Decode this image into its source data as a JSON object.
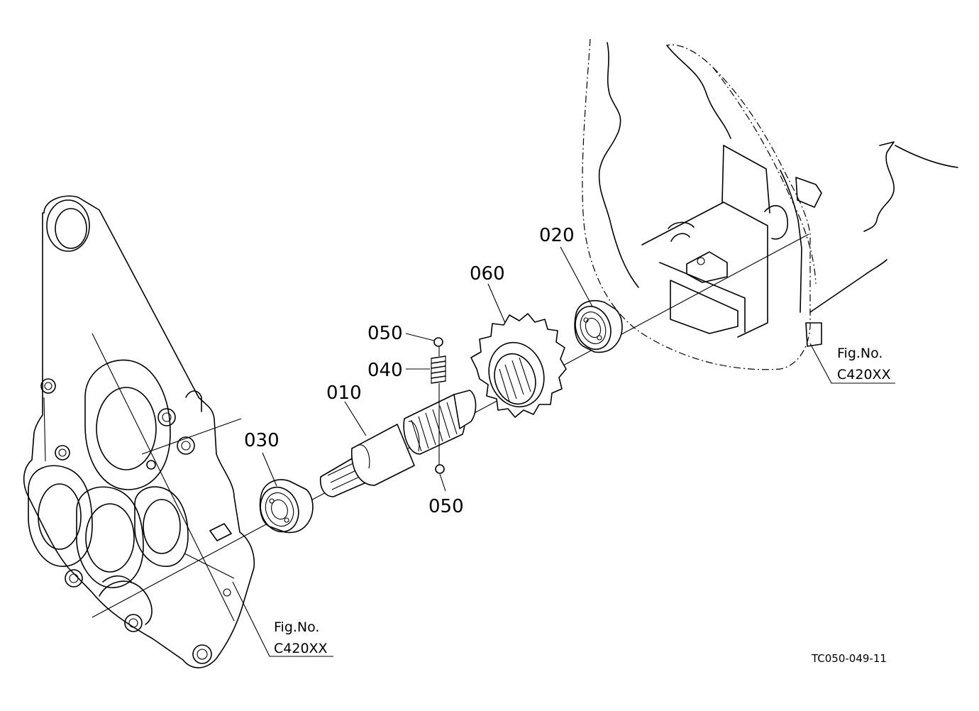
{
  "callouts": {
    "shaft": "010",
    "bearing_right": "020",
    "bearing_left": "030",
    "spring": "040",
    "ball_top": "050",
    "ball_bottom": "050",
    "gear": "060"
  },
  "fig_refs": {
    "right": {
      "label": "Fig.No.",
      "code": "C420XX"
    },
    "left": {
      "label": "Fig.No.",
      "code": "C420XX"
    }
  },
  "drawing_code": "TC050-049-11"
}
